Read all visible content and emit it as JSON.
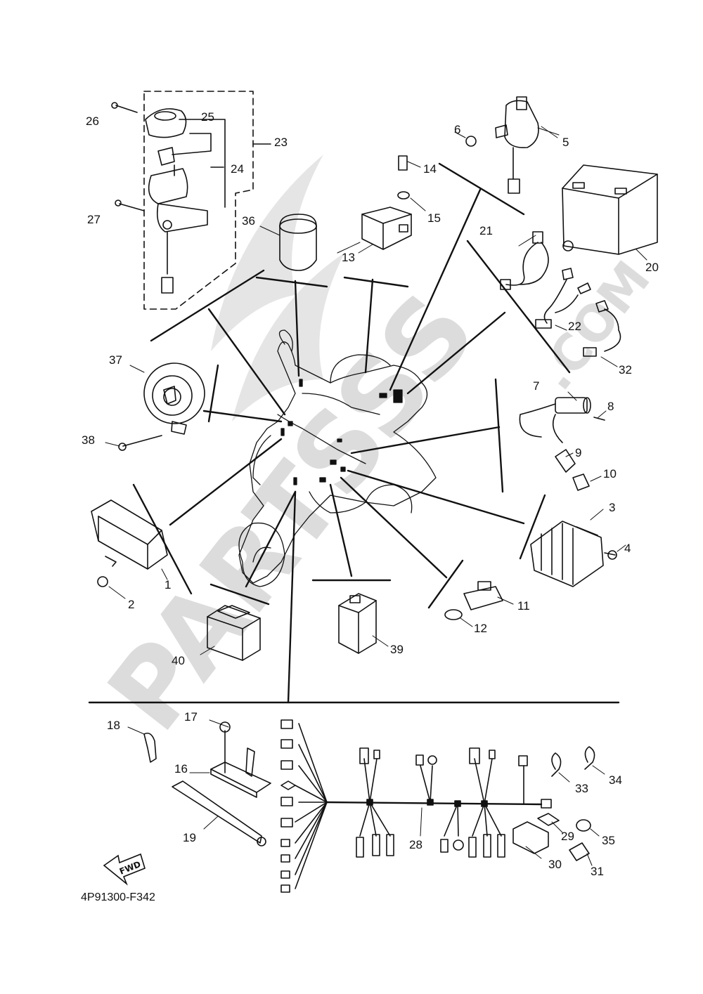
{
  "diagram_code": "4P91300-F342",
  "fwd_label": "FWD",
  "watermark": {
    "brand": "PARTSSS",
    "suffix": ".COM"
  },
  "colors": {
    "line": "#111111",
    "watermark": "#d9d9d9",
    "background": "#ffffff"
  },
  "part_numbers": [
    "1",
    "2",
    "3",
    "4",
    "5",
    "6",
    "7",
    "8",
    "9",
    "10",
    "11",
    "12",
    "13",
    "14",
    "15",
    "16",
    "17",
    "18",
    "19",
    "20",
    "21",
    "22",
    "23",
    "24",
    "25",
    "26",
    "27",
    "28",
    "29",
    "30",
    "31",
    "32",
    "33",
    "34",
    "35",
    "36",
    "37",
    "38",
    "39",
    "40"
  ]
}
